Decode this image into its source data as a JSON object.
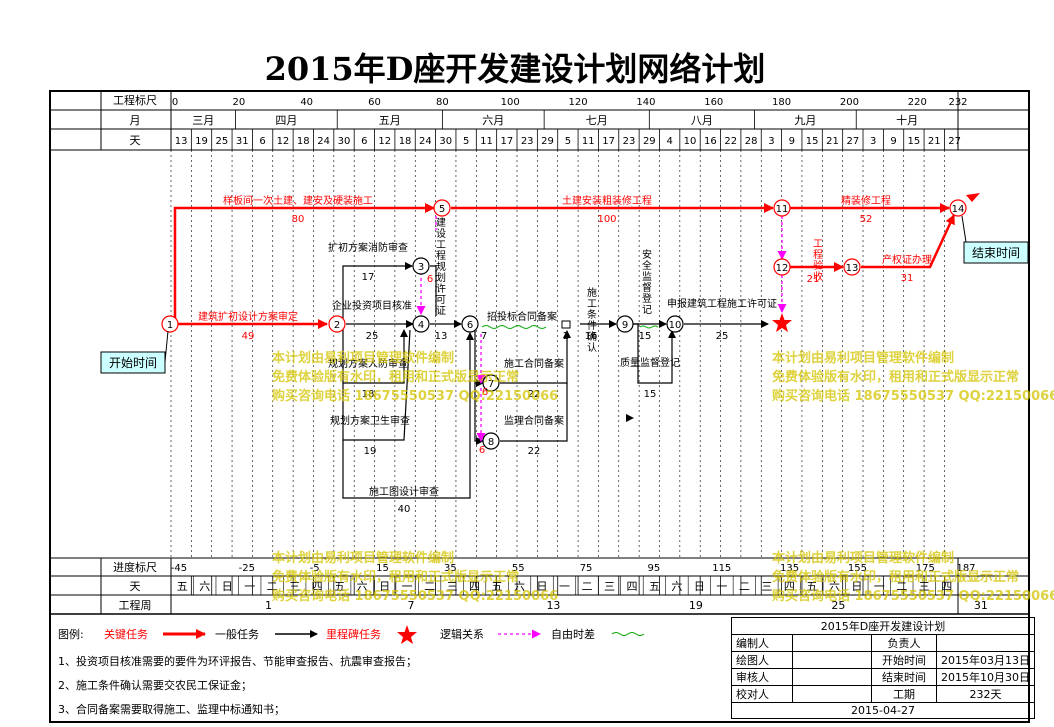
{
  "title": "2015年D座开发建设计划网络计划",
  "scale": {
    "row_labels": {
      "top": "工程标尺",
      "month": "月",
      "day": "天",
      "progress": "进度标尺",
      "weekday": "天",
      "week": "工程周"
    },
    "top_ticks": [
      "0",
      "20",
      "40",
      "60",
      "80",
      "100",
      "120",
      "140",
      "160",
      "180",
      "200",
      "220",
      "232"
    ],
    "months": [
      "三月",
      "四月",
      "五月",
      "六月",
      "七月",
      "八月",
      "九月",
      "十月"
    ],
    "days": [
      "13",
      "19",
      "25",
      "31",
      "6",
      "12",
      "18",
      "24",
      "30",
      "6",
      "12",
      "18",
      "24",
      "30",
      "5",
      "11",
      "17",
      "23",
      "29",
      "5",
      "11",
      "17",
      "23",
      "29",
      "4",
      "10",
      "16",
      "22",
      "28",
      "3",
      "9",
      "15",
      "21",
      "27",
      "3",
      "9",
      "15",
      "21",
      "27"
    ],
    "progress_ticks": [
      "-45",
      "-25",
      "-5",
      "15",
      "35",
      "55",
      "75",
      "95",
      "115",
      "135",
      "155",
      "175",
      "187"
    ],
    "weekdays": [
      "五",
      "六",
      "日",
      "一",
      "二",
      "三",
      "四",
      "五",
      "六",
      "日",
      "一",
      "二",
      "三",
      "四",
      "五",
      "六",
      "日",
      "一",
      "二",
      "三",
      "四",
      "五",
      "六",
      "日",
      "一",
      "二",
      "三",
      "四",
      "五",
      "六",
      "日",
      "一",
      "二",
      "三",
      "四"
    ],
    "weeks": [
      "1",
      "7",
      "13",
      "19",
      "25",
      "31"
    ]
  },
  "nodes": [
    "1",
    "2",
    "3",
    "4",
    "5",
    "6",
    "7",
    "8",
    "9",
    "10",
    "11",
    "12",
    "13",
    "14"
  ],
  "tasks": {
    "t1": {
      "name": "样板间一次土建、建安及硬装施工",
      "days": "80"
    },
    "t2": {
      "name": "土建安装粗装修工程",
      "days": "100"
    },
    "t3": {
      "name": "精装修工程",
      "days": "52"
    },
    "t4": {
      "name": "建筑扩初设计方案审定",
      "days": "49"
    },
    "t5": {
      "name": "扩初方案消防审查",
      "days": "17"
    },
    "t6": {
      "name": "企业投资项目核准",
      "days": "25"
    },
    "t7": {
      "name": "规划方案人防审查",
      "days": "18"
    },
    "t8": {
      "name": "规划方案卫生审查",
      "days": "19"
    },
    "t9": {
      "name": "施工图设计审查",
      "days": "40"
    },
    "t10": {
      "name": "建设工程规划许可证",
      "days": "13"
    },
    "t11": {
      "name": "招投标合同备案",
      "days": "7"
    },
    "t12": {
      "name": "施工合同备案",
      "days": "22"
    },
    "t13": {
      "name": "监理合同备案",
      "days": "22"
    },
    "t14": {
      "name": "施工条件确认",
      "days": "16"
    },
    "t15": {
      "name": "安全监督登记",
      "days": "15"
    },
    "t16": {
      "name": "质量监督登记",
      "days": "15"
    },
    "t17": {
      "name": "申报建筑工程施工许可证",
      "days": "25"
    },
    "t18": {
      "name": "工程验收",
      "days": "21"
    },
    "t19": {
      "name": "产权证办理",
      "days": "31"
    },
    "f1": "6",
    "f2": "6",
    "f3": "6",
    "f4": "2"
  },
  "labels": {
    "start": "开始时间",
    "end": "结束时间"
  },
  "watermark": [
    "本计划由易利项目管理软件编制",
    "免费体验版有水印，租用和正式版显示正常",
    "购买咨询电话 18675550537 QQ:22150066"
  ],
  "legend": {
    "title": "图例:",
    "critical": "关键任务",
    "normal": "一般任务",
    "milestone": "里程碑任务",
    "logic": "逻辑关系",
    "free": "自由时差",
    "notes": [
      "1、投资项目核准需要的要件为环评报告、节能审查报告、抗震审查报告；",
      "2、施工条件确认需要交农民工保证金；",
      "3、合同备案需要取得施工、监理中标通知书；"
    ]
  },
  "info": {
    "title": "2015年D座开发建设计划",
    "rows": [
      {
        "label": "编制人",
        "value": "",
        "label2": "负责人",
        "value2": ""
      },
      {
        "label": "绘图人",
        "value": "",
        "label2": "开始时间",
        "value2": "2015年03月13日"
      },
      {
        "label": "审核人",
        "value": "",
        "label2": "结束时间",
        "value2": "2015年10月30日"
      },
      {
        "label": "校对人",
        "value": "",
        "label2": "工期",
        "value2": "232天"
      }
    ],
    "date": "2015-04-27"
  },
  "colors": {
    "critical": "#ff0000",
    "normal": "#000000",
    "free": "#ff00ff",
    "float": "#00aa00",
    "grid": "#000000",
    "watermark": "#d4c400",
    "label_bg": "#ccffff"
  }
}
